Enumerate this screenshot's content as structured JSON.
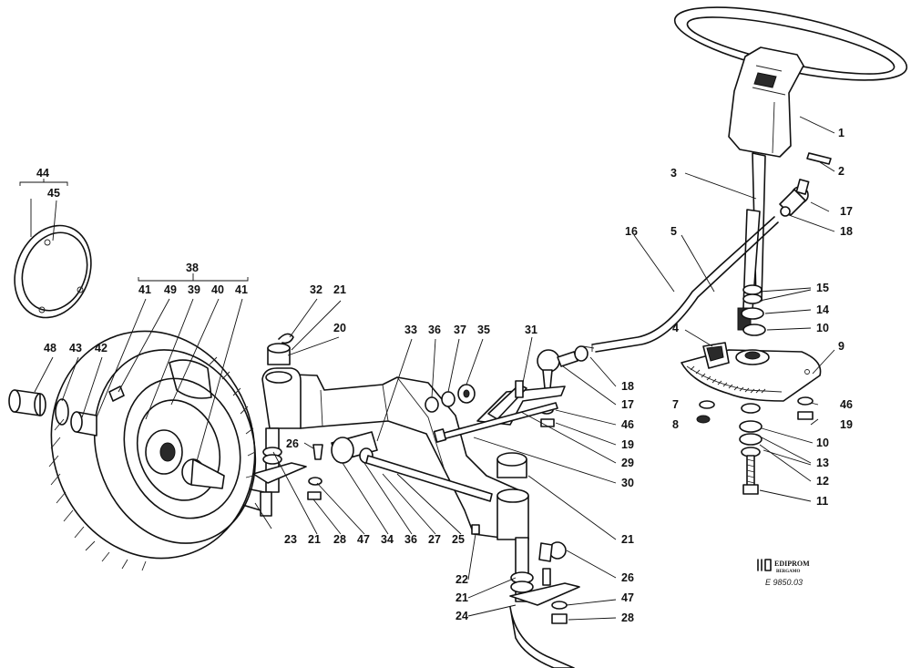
{
  "diagram": {
    "part_numbers": [
      "1",
      "2",
      "3",
      "4",
      "5",
      "7",
      "8",
      "9",
      "10",
      "10",
      "10",
      "11",
      "12",
      "13",
      "14",
      "15",
      "16",
      "17",
      "17",
      "18",
      "18",
      "19",
      "19",
      "20",
      "21",
      "21",
      "21",
      "21",
      "21",
      "22",
      "23",
      "24",
      "25",
      "26",
      "26",
      "27",
      "28",
      "28",
      "29",
      "30",
      "31",
      "32",
      "33",
      "34",
      "35",
      "36",
      "36",
      "37",
      "38",
      "39",
      "40",
      "41",
      "41",
      "42",
      "43",
      "44",
      "45",
      "46",
      "46",
      "47",
      "47",
      "48",
      "49"
    ],
    "brand_logo_text": "EDIPROM",
    "brand_logo_subtext": "BERGAMO",
    "drawing_reference": "E 9850.03",
    "colors": {
      "line": "#111111",
      "background": "#ffffff"
    }
  }
}
